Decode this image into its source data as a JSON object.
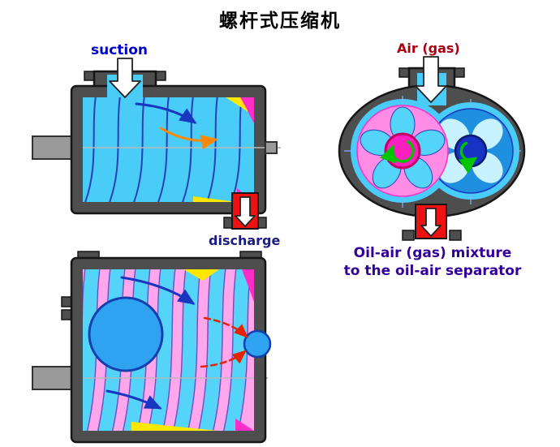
{
  "title": "螺杆式压缩机",
  "labels": {
    "suction": "suction",
    "discharge": "discharge",
    "air_gas": "Air (gas)",
    "mixture_line1": "Oil-air (gas) mixture",
    "mixture_line2": "to the oil-air separator"
  },
  "colors": {
    "page_bg": "#ffffff",
    "title_text": "#000000",
    "suction_text": "#0000cc",
    "discharge_text": "#1b1b80",
    "air_gas_text": "#aa0011",
    "mixture_text": "#330099",
    "casing": "#4e4e4e",
    "casing_edge": "#161616",
    "interior_cyan": "#49ccf7",
    "screw_line": "#2a3fb8",
    "interior_pink": "#ffa6ec",
    "band_cyan": "#55d4f9",
    "accent_magenta": "#ff2dc8",
    "accent_yellow": "#ffe800",
    "port_red": "#ee1111",
    "shaft_gray": "#9a9a9a",
    "shaft_edge": "#333333",
    "axis_line": "#b9b9b9",
    "rotor_pink": "#ff8de6",
    "rotor_hub_magenta": "#ff1fbf",
    "rotor_hub_edge": "#c40066",
    "rotor_blue": "#1f8fe0",
    "rotor_lobe_pale": "#c9f2ff",
    "rotor_hub_blue": "#1633c4",
    "rotor_hub_blue_edge": "#0a1870",
    "crosshair_blue": "#7fb4ff",
    "arrow_blue": "#1a35c0",
    "arrow_orange": "#ff8800",
    "arrow_red": "#e82200",
    "arrow_green": "#00c400",
    "white_arrow_fill": "#ffffff",
    "white_arrow_edge": "#222222",
    "slide_circle_blue": "#2fa3ef",
    "slide_circle_edge": "#1340ae"
  }
}
